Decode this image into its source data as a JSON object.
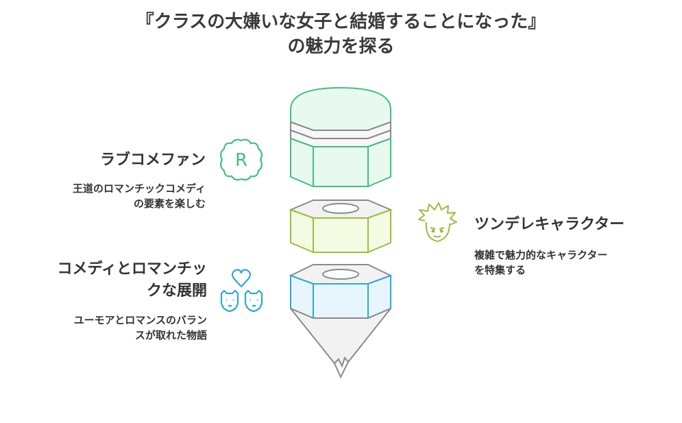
{
  "title": {
    "line1": "『クラスの大嫌いな女子と結婚することになった』",
    "line2": "の魅力を探る"
  },
  "items": [
    {
      "heading": "ラブコメファン",
      "desc_lines": [
        "王道のロマンチックコメディ",
        "の要素を楽しむ"
      ],
      "icon": "badge-r-icon",
      "icon_letter": "R",
      "color": "#3fbf7f",
      "fill": "#e8faef"
    },
    {
      "heading": "ツンデレキャラクター",
      "desc_lines": [
        "複雑で魅力的なキャラクター",
        "を特集する"
      ],
      "icon": "spiky-hair-character-icon",
      "color": "#9bbd3c",
      "fill": "#f3fbe3"
    },
    {
      "heading_lines": [
        "コメディとロマンチッ",
        "クな展開"
      ],
      "desc_lines": [
        "ユーモアとロマンスのバラン",
        "スが取れた物語"
      ],
      "icon": "heart-cats-icon",
      "color": "#2aa9d8",
      "fill": "#e6f6fc"
    }
  ],
  "colors": {
    "outline_gray": "#8a8a8a",
    "light_gray": "#f2f2f2"
  }
}
